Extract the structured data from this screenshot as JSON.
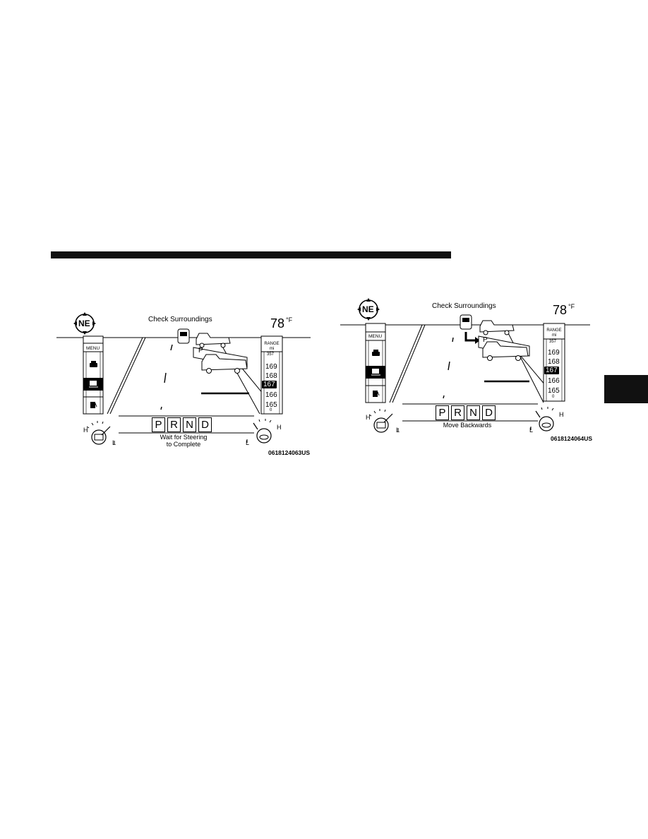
{
  "figures": [
    {
      "heading": "Check Surroundings",
      "temperature": "78",
      "temp_unit": "°F",
      "compass": "NE",
      "menu_label": "MENU",
      "range_label": "RANGE",
      "range_unit": "mi",
      "range_top": "357",
      "range_values": [
        "169",
        "168",
        "167",
        "166",
        "165"
      ],
      "range_selected": "167",
      "range_bottom": "0",
      "gears": [
        "P",
        "R",
        "N",
        "D"
      ],
      "parking_marker": "P",
      "gauge_high": "H",
      "gauge_low": "L",
      "message_line1": "Wait for Steering",
      "message_line2": "to Complete",
      "image_code": "0618124063US"
    },
    {
      "heading": "Check Surroundings",
      "temperature": "78",
      "temp_unit": "°F",
      "compass": "NE",
      "menu_label": "MENU",
      "range_label": "RANGE",
      "range_unit": "mi",
      "range_top": "357",
      "range_values": [
        "169",
        "168",
        "167",
        "166",
        "165"
      ],
      "range_selected": "167",
      "range_bottom": "0",
      "gears": [
        "P",
        "R",
        "N",
        "D"
      ],
      "parking_marker": "P",
      "gauge_high": "H",
      "gauge_low": "L",
      "message_line1": "Move Backwards",
      "image_code": "0618124064US"
    }
  ]
}
